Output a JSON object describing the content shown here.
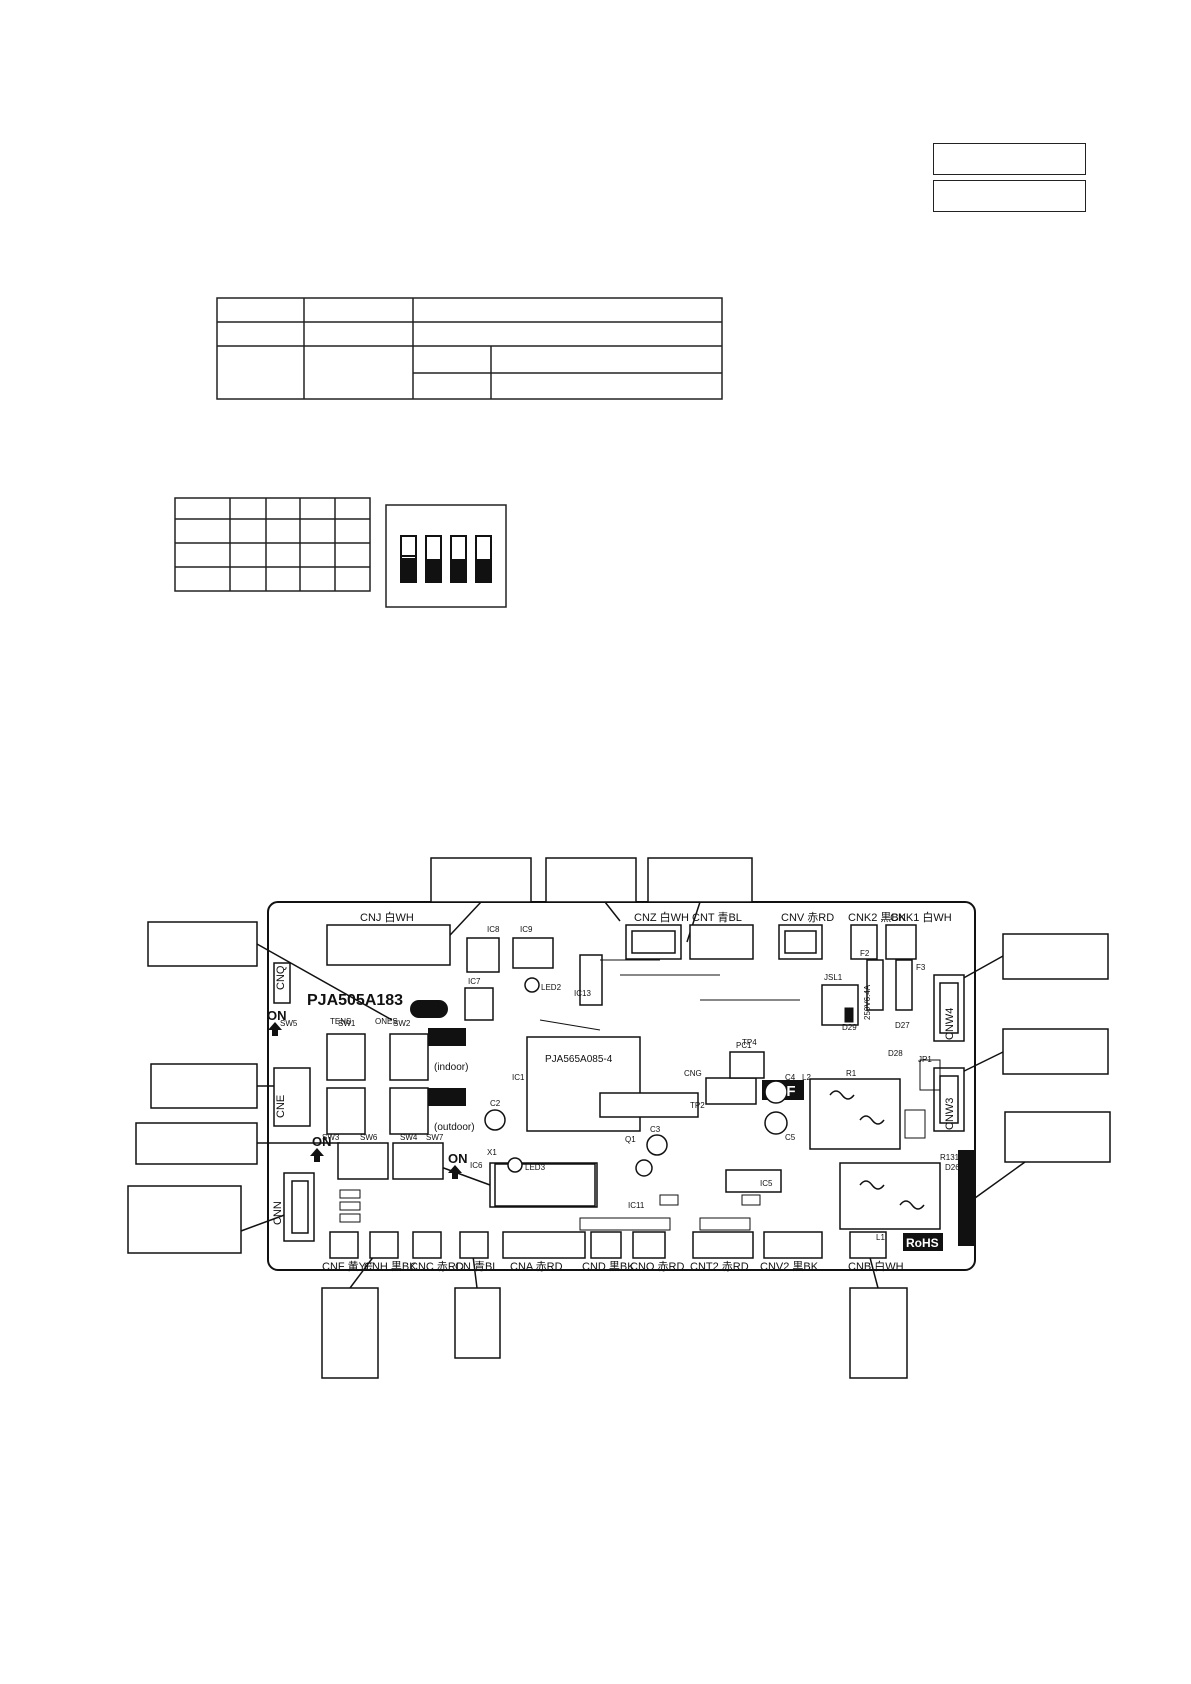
{
  "board": {
    "part_number": "PJA505A183",
    "chip_label": "PJA565A085-4",
    "model_mark": "P6F",
    "rohs": "RoHS",
    "indoor": "(indoor)",
    "outdoor": "(outdoor)",
    "on": "ON",
    "connectors_top": [
      {
        "name": "CNJ",
        "color": "白WH"
      },
      {
        "name": "CNZ",
        "color": "白WH"
      },
      {
        "name": "CNT",
        "color": "青BL"
      },
      {
        "name": "CNV",
        "color": "赤RD"
      },
      {
        "name": "CNK2",
        "color": "黒BK"
      },
      {
        "name": "CNK1",
        "color": "白WH"
      }
    ],
    "connectors_bottom": [
      {
        "name": "CNF",
        "color": "黄YE"
      },
      {
        "name": "CNH",
        "color": "黒BK"
      },
      {
        "name": "CNC",
        "color": "赤RD"
      },
      {
        "name": "CN",
        "color": "青BL"
      },
      {
        "name": "CNA",
        "color": "赤RD"
      },
      {
        "name": "CND",
        "color": "黒BK"
      },
      {
        "name": "CNO",
        "color": "赤RD"
      },
      {
        "name": "CNT2",
        "color": "赤RD"
      },
      {
        "name": "CNV2",
        "color": "黒BK"
      },
      {
        "name": "CNB",
        "color": "白WH"
      }
    ],
    "connectors_left": [
      "CNQ",
      "CNE",
      "CNN"
    ],
    "connectors_right": [
      "CNW4",
      "CNW3"
    ],
    "switches": [
      "SW5",
      "SW1",
      "SW2",
      "SW3",
      "SW6",
      "SW4",
      "SW7"
    ],
    "components": [
      "IC1",
      "IC5",
      "IC6",
      "IC7",
      "IC8",
      "IC9",
      "IC11",
      "IC13",
      "C2",
      "C3",
      "C4",
      "C5",
      "L1",
      "L2",
      "LED2",
      "LED3",
      "X1",
      "Q1",
      "F2",
      "F3",
      "JSL1",
      "JP1",
      "PC1",
      "TP2",
      "TP4",
      "CNG",
      "D26",
      "D27",
      "D28",
      "D29",
      "R1",
      "R131"
    ],
    "sw_labels": [
      "TENS",
      "ONES"
    ],
    "fuse_rating": "250V6.4A"
  }
}
